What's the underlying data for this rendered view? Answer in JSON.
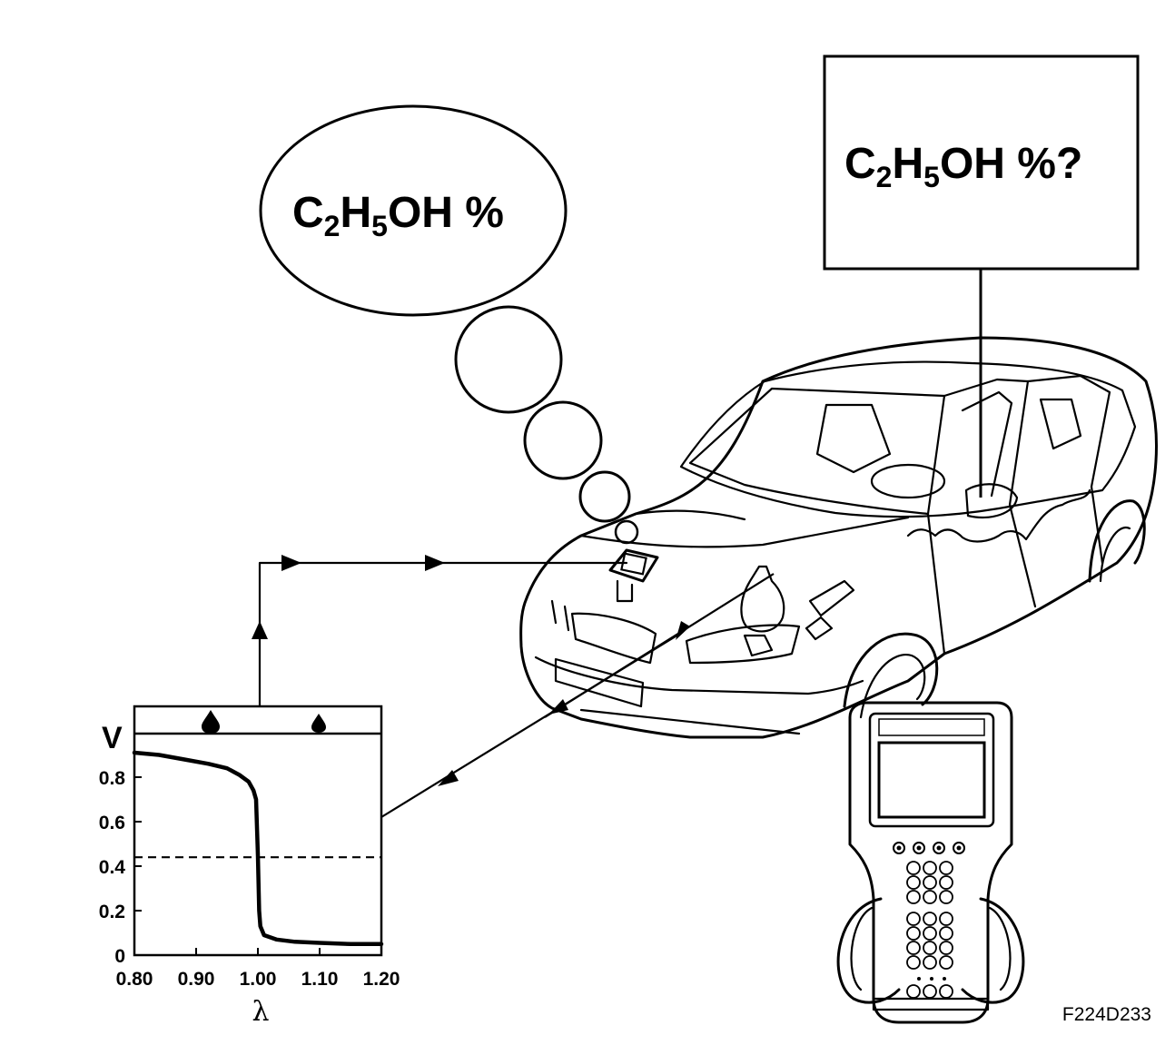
{
  "thought_bubble": {
    "base": "C",
    "sub1": "2",
    "mid": "H",
    "sub2": "5",
    "tail": "OH  %"
  },
  "query_box": {
    "base": "C",
    "sub1": "2",
    "mid": "H",
    "sub2": "5",
    "tail": "OH  %?"
  },
  "figure_code": "F224D233",
  "chart_data": {
    "type": "line",
    "title": "",
    "xlabel": "λ",
    "ylabel": "V",
    "xlim": [
      0.8,
      1.2
    ],
    "ylim": [
      0,
      1.0
    ],
    "x_ticks": [
      "0.80",
      "0.90",
      "1.00",
      "1.10",
      "1.20"
    ],
    "y_ticks": [
      "0",
      "0.2",
      "0.4",
      "0.6",
      "0.8"
    ],
    "threshold": 0.44,
    "header_symbols": [
      "fuel-drop-icon",
      "fuel-drop-icon"
    ],
    "series": [
      {
        "x": [
          0.8,
          0.84,
          0.88,
          0.92,
          0.95,
          0.97,
          0.985,
          0.993,
          0.997,
          1.0,
          1.002,
          1.004,
          1.01,
          1.03,
          1.06,
          1.1,
          1.15,
          1.2
        ],
        "y": [
          0.91,
          0.9,
          0.88,
          0.86,
          0.84,
          0.81,
          0.78,
          0.74,
          0.7,
          0.45,
          0.2,
          0.13,
          0.09,
          0.07,
          0.06,
          0.055,
          0.05,
          0.05
        ]
      }
    ]
  }
}
